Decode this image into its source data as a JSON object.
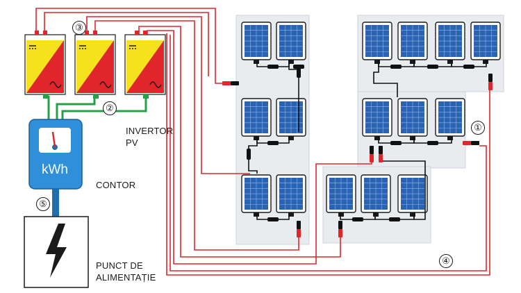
{
  "labels": {
    "inverter": "INVERTOR PV",
    "meter": "CONTOR",
    "supply": "PUNCT DE ALIMENTAȚIE",
    "meter_unit": "kWh"
  },
  "markers": [
    "①",
    "②",
    "③",
    "④",
    "⑤"
  ],
  "colors": {
    "dc_cable": "#e0262b",
    "ac_cable": "#26a047",
    "grid_cable": "#1f6fb0",
    "panel_cell": "#2b63b3",
    "inverter_yellow": "#f5e21c",
    "inverter_red": "#e0262b",
    "meter_blue": "#2f8fd8",
    "frame_bg": "#e9ecef"
  }
}
